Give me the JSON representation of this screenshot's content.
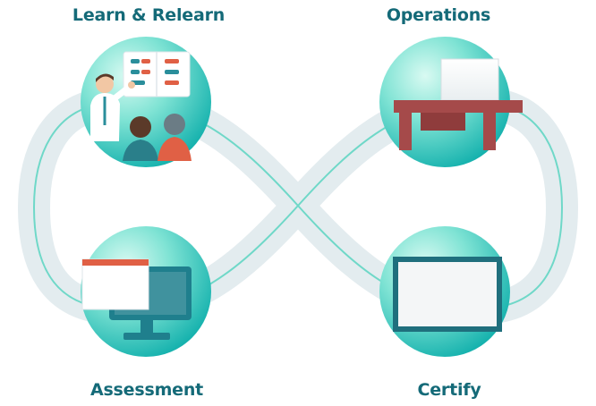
{
  "stages": {
    "learn_relearn": "Learn & Relearn",
    "operations": "Operations",
    "assessment": "Assessment",
    "certify": "Certify"
  },
  "colors": {
    "title": "#146a78",
    "loop_band": "#e3ecef",
    "loop_line": "#6fd8c8",
    "circle_light": "#cff5ec",
    "circle_mid": "#5fd7c9",
    "circle_dark": "#18b6b1",
    "desk": "#a54a4a",
    "monitor": "#1f7f8d"
  }
}
